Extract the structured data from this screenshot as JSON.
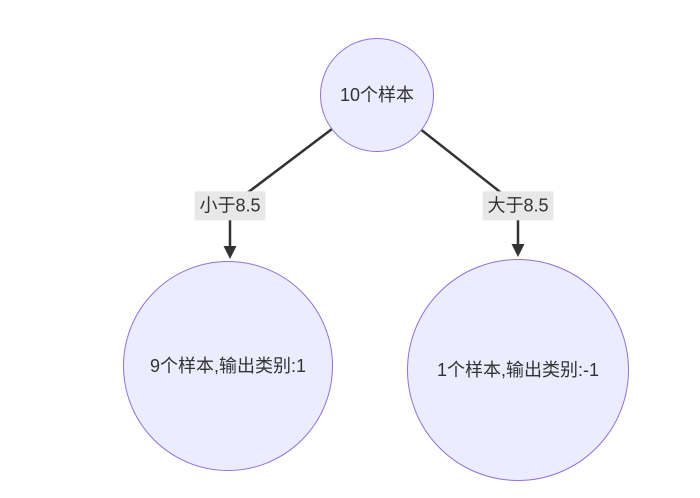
{
  "diagram": {
    "type": "decision-tree",
    "root": {
      "label": "10个样本"
    },
    "edges": [
      {
        "label": "小于8.5"
      },
      {
        "label": "大于8.5"
      }
    ],
    "leaves": [
      {
        "label": "9个样本,输出类别:1"
      },
      {
        "label": "1个样本,输出类别:-1"
      }
    ],
    "colors": {
      "node_fill": "#ECECFF",
      "node_border": "#9370DB",
      "edge_label_bg": "#E8E8E8",
      "line": "#333333",
      "text": "#333333",
      "background": "#FFFFFF"
    }
  }
}
